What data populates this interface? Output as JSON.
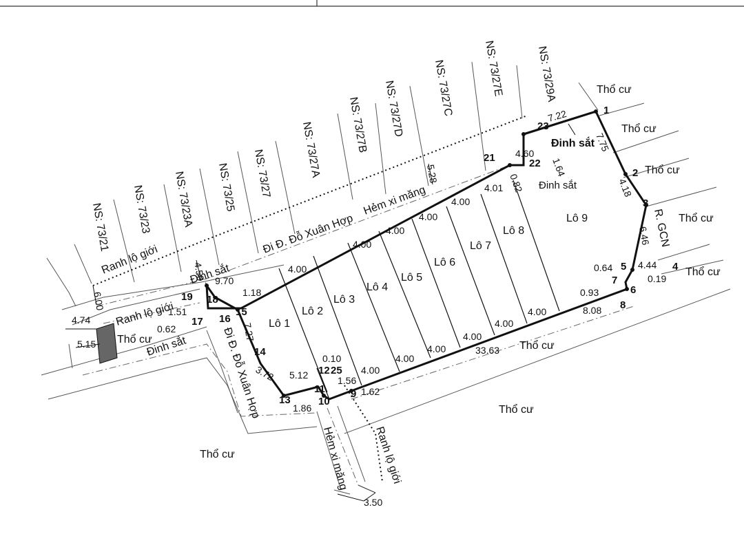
{
  "neighbor_lots": [
    "NS: 73/21",
    "NS: 73/23",
    "NS: 73/23A",
    "NS: 73/25",
    "NS: 73/27",
    "NS: 73/27A",
    "NS: 73/27B",
    "NS: 73/27D",
    "NS: 73/27C",
    "NS: 73/27E",
    "NS: 73/29A"
  ],
  "residential": [
    "Thổ cư",
    "Thổ cư",
    "Thổ cư",
    "Thổ cư",
    "Thổ cư",
    "Thổ cư",
    "Thổ cư",
    "Thổ cư",
    "Thổ cư"
  ],
  "roads": {
    "road1": "Đi Đ. Đỗ Xuân Hợp",
    "road2": "Đi Đ. Đỗ Xuân Hợp",
    "alley1": "Hẻm xi măng",
    "alley2": "Hẻm xi măng"
  },
  "boundaries": {
    "r1": "Ranh lộ giới",
    "r2": "Ranh lộ giới",
    "r3": "Ranh lộ giới",
    "gcn": "R. GCN"
  },
  "markers": {
    "m1": "Đinh sắt",
    "m2": "Đinh sắt",
    "m3": "Đinh sắt",
    "m4": "Đinh sắt"
  },
  "lots": [
    "Lô 1",
    "Lô 2",
    "Lô 3",
    "Lô 4",
    "Lô 5",
    "Lô 6",
    "Lô 7",
    "Lô 8",
    "Lô 9"
  ],
  "points": [
    "1",
    "2",
    "3",
    "4",
    "5",
    "6",
    "7",
    "8",
    "9",
    "10",
    "11",
    "12",
    "13",
    "14",
    "15",
    "16",
    "17",
    "18",
    "19",
    "21",
    "22",
    "23",
    "25"
  ],
  "dims": [
    "7.22",
    "7.75",
    "4.18",
    "6.46",
    "4.44",
    "0.19",
    "0.64",
    "0.93",
    "8.08",
    "33.63",
    "1.62",
    "1.56",
    "5.12",
    "3.72",
    "7.27",
    "1.18",
    "9.70",
    "4.50",
    "6.00",
    "4.74",
    "5.15",
    "1.51",
    "0.62",
    "1.86",
    "3.50",
    "1.64",
    "4.60",
    "0.82",
    "5.28",
    "4.01",
    "4.00",
    "0.10"
  ]
}
